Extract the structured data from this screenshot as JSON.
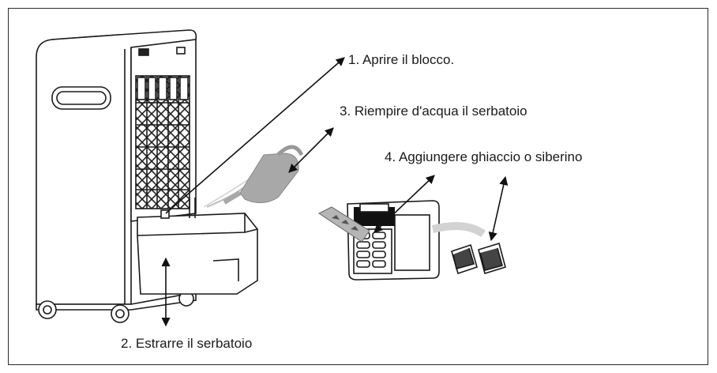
{
  "steps": [
    {
      "text": "1. Aprire il blocco."
    },
    {
      "text": "2. Estrarre il serbatoio"
    },
    {
      "text": "3. Riempire d'acqua il serbatoio"
    },
    {
      "text": "4. Aggiungere ghiaccio o siberino"
    }
  ]
}
